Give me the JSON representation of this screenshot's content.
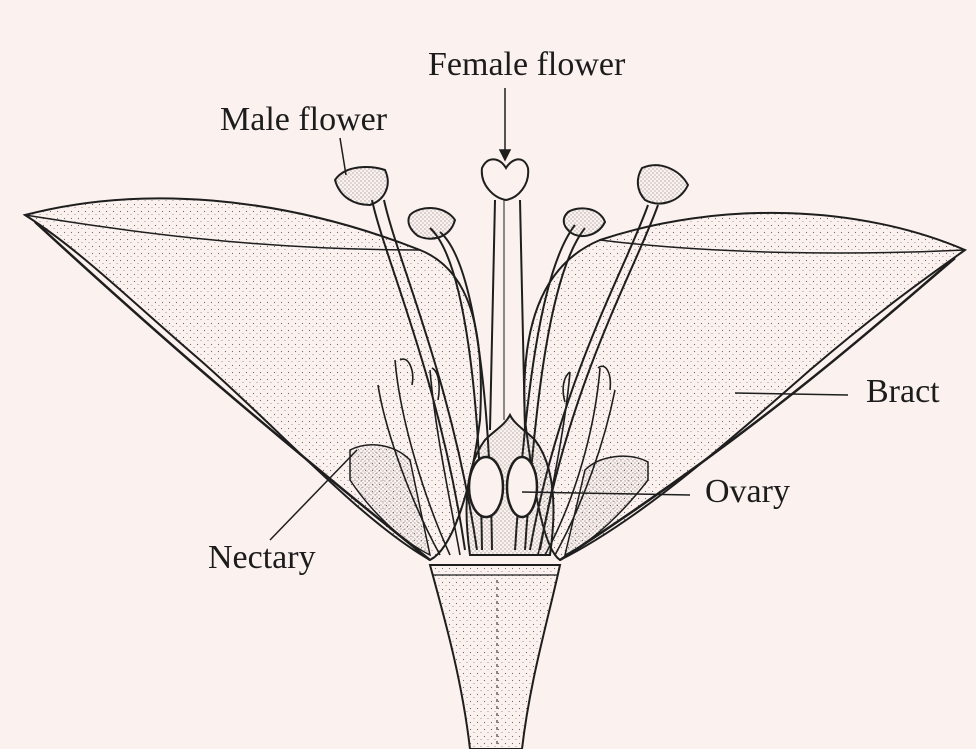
{
  "diagram": {
    "labels": {
      "female_flower": "Female flower",
      "male_flower": "Male flower",
      "bract": "Bract",
      "ovary": "Ovary",
      "nectary": "Nectary"
    },
    "colors": {
      "background": "#fbf1ee",
      "ink": "#1e1e1e",
      "stipple": "#6f6a68"
    }
  }
}
